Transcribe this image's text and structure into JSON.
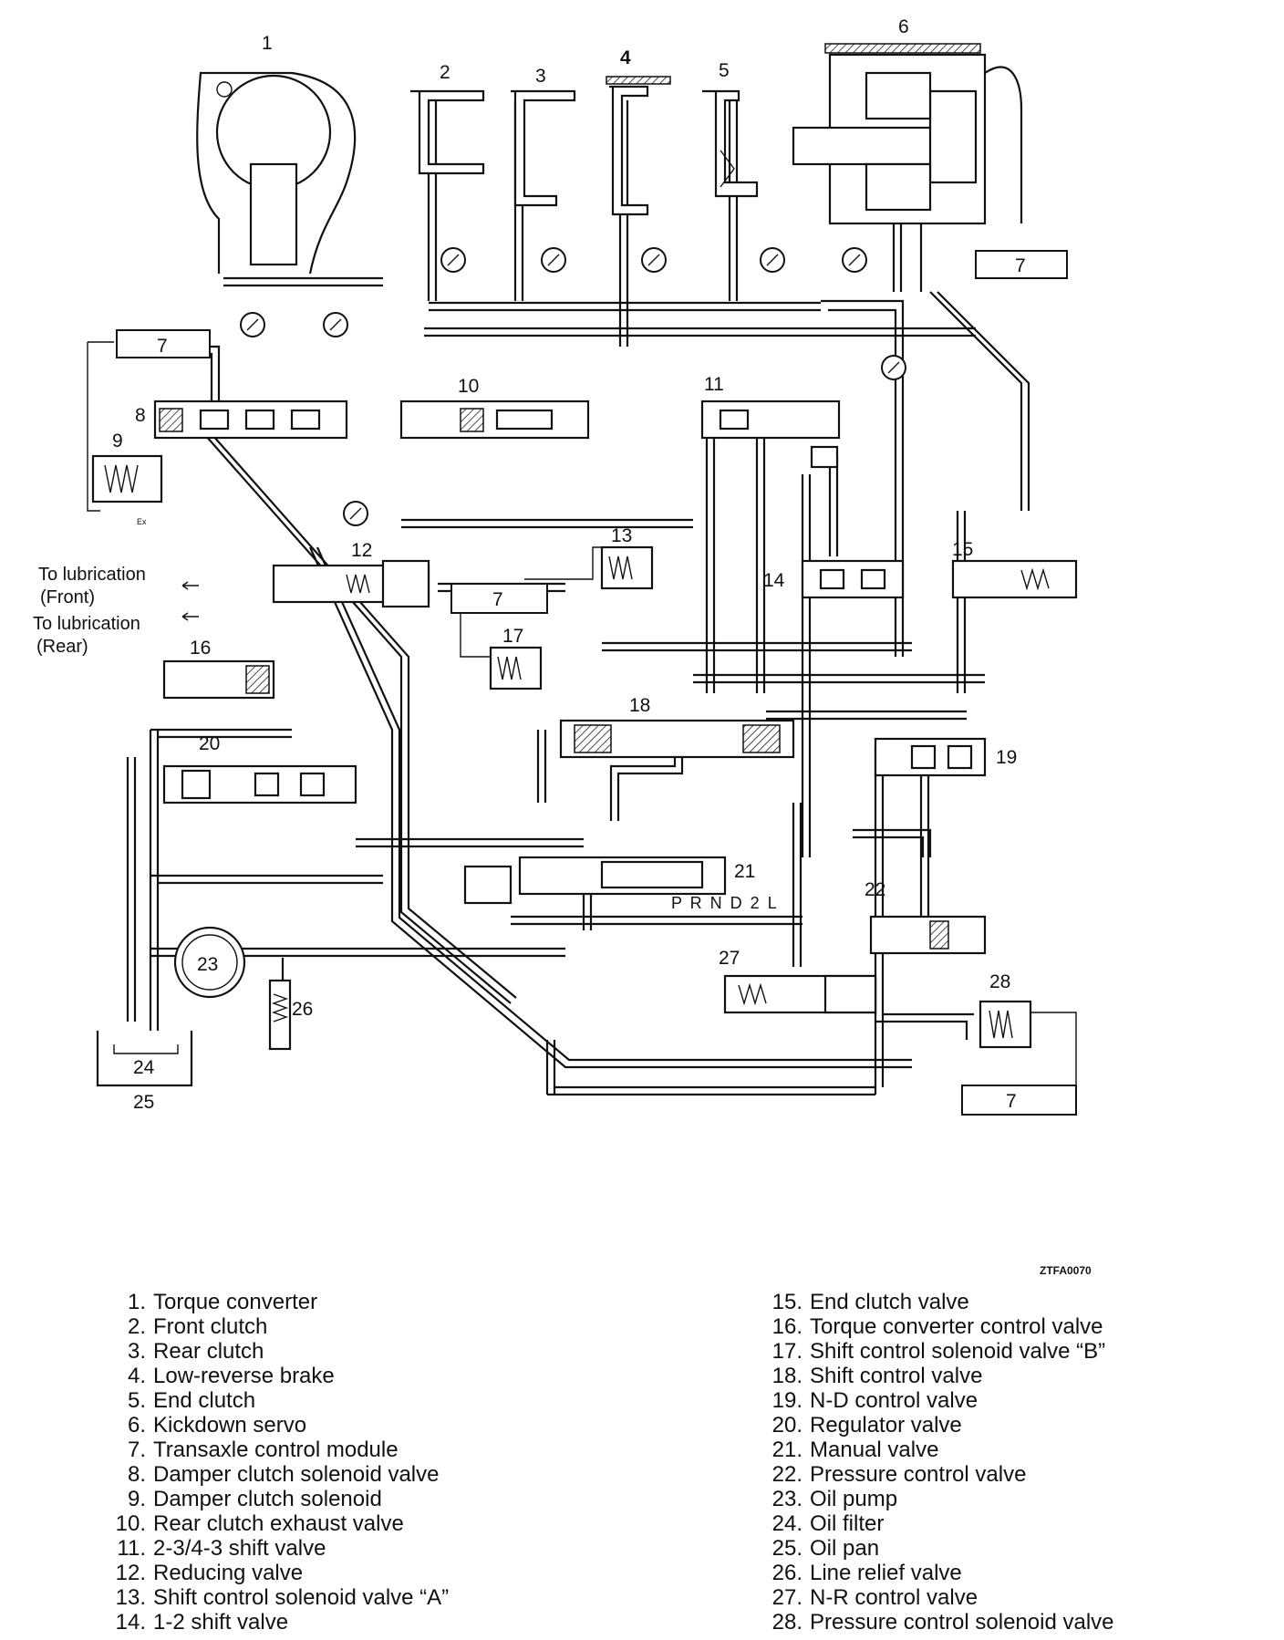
{
  "figure_code": "ZTFA0070",
  "diagram": {
    "labels": {
      "n1": "1",
      "n2": "2",
      "n3": "3",
      "n4": "4",
      "n5": "5",
      "n6": "6",
      "n7a": "7",
      "n7b": "7",
      "n7c": "7",
      "n7d": "7",
      "n8": "8",
      "n9": "9",
      "n10": "10",
      "n11": "11",
      "n12": "12",
      "n13": "13",
      "n14": "14",
      "n15": "15",
      "n16": "16",
      "n17": "17",
      "n18": "18",
      "n19": "19",
      "n20": "20",
      "n21": "21",
      "n22": "22",
      "n23": "23",
      "n24": "24",
      "n25": "25",
      "n26": "26",
      "n27": "27",
      "n28": "28"
    },
    "notes": {
      "lub_front_1": "To lubrication",
      "lub_front_2": "(Front)",
      "lub_rear_1": "To lubrication",
      "lub_rear_2": "(Rear)",
      "gear_positions": "P R N D 2 L",
      "exhaust": "Ex"
    }
  },
  "legend": {
    "left": [
      {
        "num": "1.",
        "text": "Torque converter"
      },
      {
        "num": "2.",
        "text": "Front clutch"
      },
      {
        "num": "3.",
        "text": "Rear clutch"
      },
      {
        "num": "4.",
        "text": "Low-reverse brake"
      },
      {
        "num": "5.",
        "text": "End clutch"
      },
      {
        "num": "6.",
        "text": "Kickdown servo"
      },
      {
        "num": "7.",
        "text": "Transaxle control module"
      },
      {
        "num": "8.",
        "text": "Damper clutch solenoid valve"
      },
      {
        "num": "9.",
        "text": "Damper clutch solenoid"
      },
      {
        "num": "10.",
        "text": "Rear clutch exhaust valve"
      },
      {
        "num": "11.",
        "text": "2-3/4-3 shift valve"
      },
      {
        "num": "12.",
        "text": "Reducing valve"
      },
      {
        "num": "13.",
        "text": "Shift control solenoid valve “A”"
      },
      {
        "num": "14.",
        "text": "1-2 shift valve"
      }
    ],
    "right": [
      {
        "num": "15.",
        "text": "End clutch valve"
      },
      {
        "num": "16.",
        "text": "Torque converter control valve"
      },
      {
        "num": "17.",
        "text": "Shift control solenoid valve “B”"
      },
      {
        "num": "18.",
        "text": "Shift control valve"
      },
      {
        "num": "19.",
        "text": "N-D control valve"
      },
      {
        "num": "20.",
        "text": "Regulator valve"
      },
      {
        "num": "21.",
        "text": "Manual valve"
      },
      {
        "num": "22.",
        "text": "Pressure control valve"
      },
      {
        "num": "23.",
        "text": "Oil pump"
      },
      {
        "num": "24.",
        "text": "Oil filter"
      },
      {
        "num": "25.",
        "text": "Oil pan"
      },
      {
        "num": "26.",
        "text": "Line relief valve"
      },
      {
        "num": "27.",
        "text": "N-R control valve"
      },
      {
        "num": "28.",
        "text": "Pressure control solenoid valve"
      }
    ]
  }
}
